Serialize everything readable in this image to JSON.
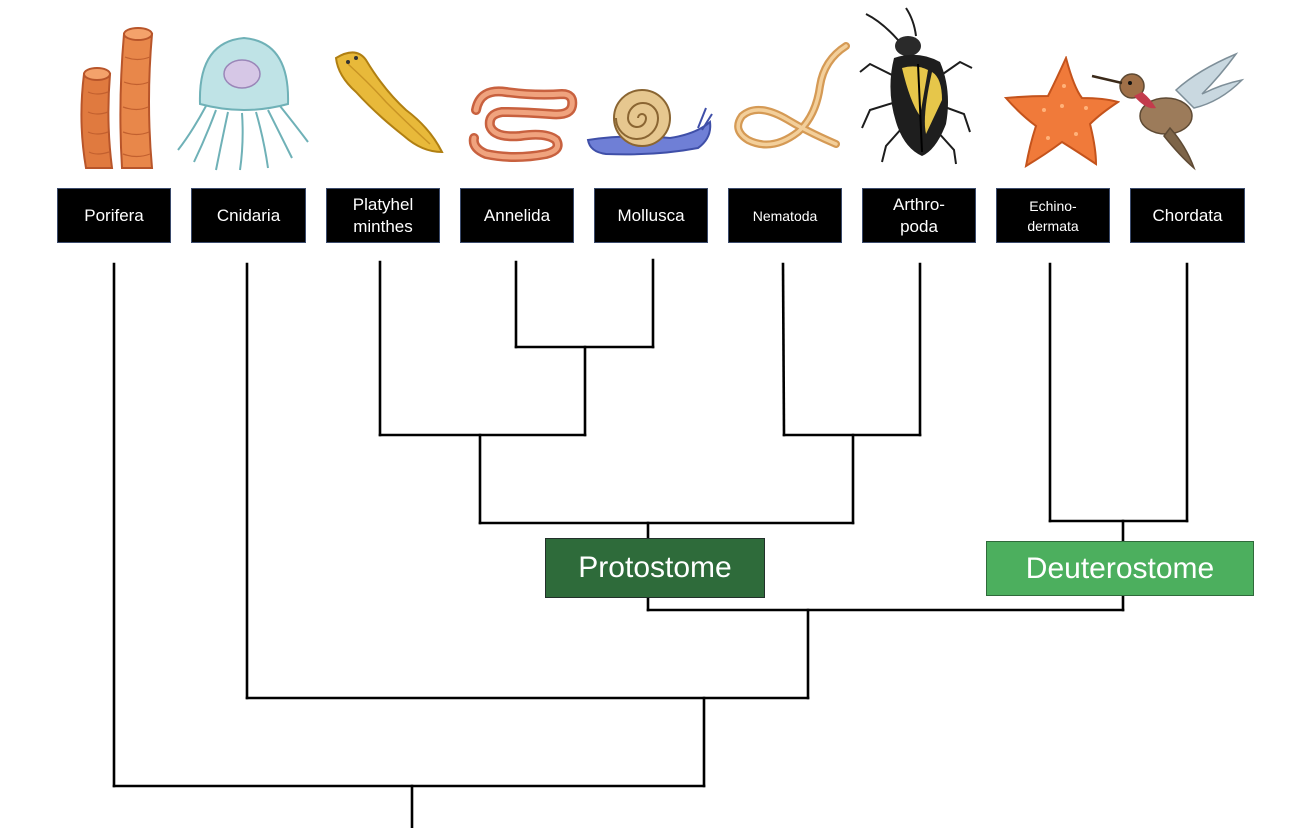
{
  "taxa": [
    {
      "id": "porifera",
      "label": "Porifera"
    },
    {
      "id": "cnidaria",
      "label": "Cnidaria"
    },
    {
      "id": "platyhelminthes",
      "label": "Platyhel\nminthes"
    },
    {
      "id": "annelida",
      "label": "Annelida"
    },
    {
      "id": "mollusca",
      "label": "Mollusca"
    },
    {
      "id": "nematoda",
      "label": "Nematoda"
    },
    {
      "id": "arthropoda",
      "label": "Arthro-\npoda"
    },
    {
      "id": "echinodermata",
      "label": "Echino-\ndermata"
    },
    {
      "id": "chordata",
      "label": "Chordata"
    }
  ],
  "clades": {
    "protostome": {
      "label": "Protostome",
      "color": "#2e6b3a"
    },
    "deuterostome": {
      "label": "Deuterostome",
      "color": "#4caf5e"
    }
  },
  "illustrations": [
    "sponge-icon",
    "jellyfish-icon",
    "flatworm-icon",
    "earthworm-icon",
    "snail-icon",
    "roundworm-icon",
    "beetle-icon",
    "starfish-icon",
    "hummingbird-icon"
  ],
  "colors": {
    "line": "#000000",
    "label_bg": "#000000",
    "label_text": "#ffffff"
  }
}
